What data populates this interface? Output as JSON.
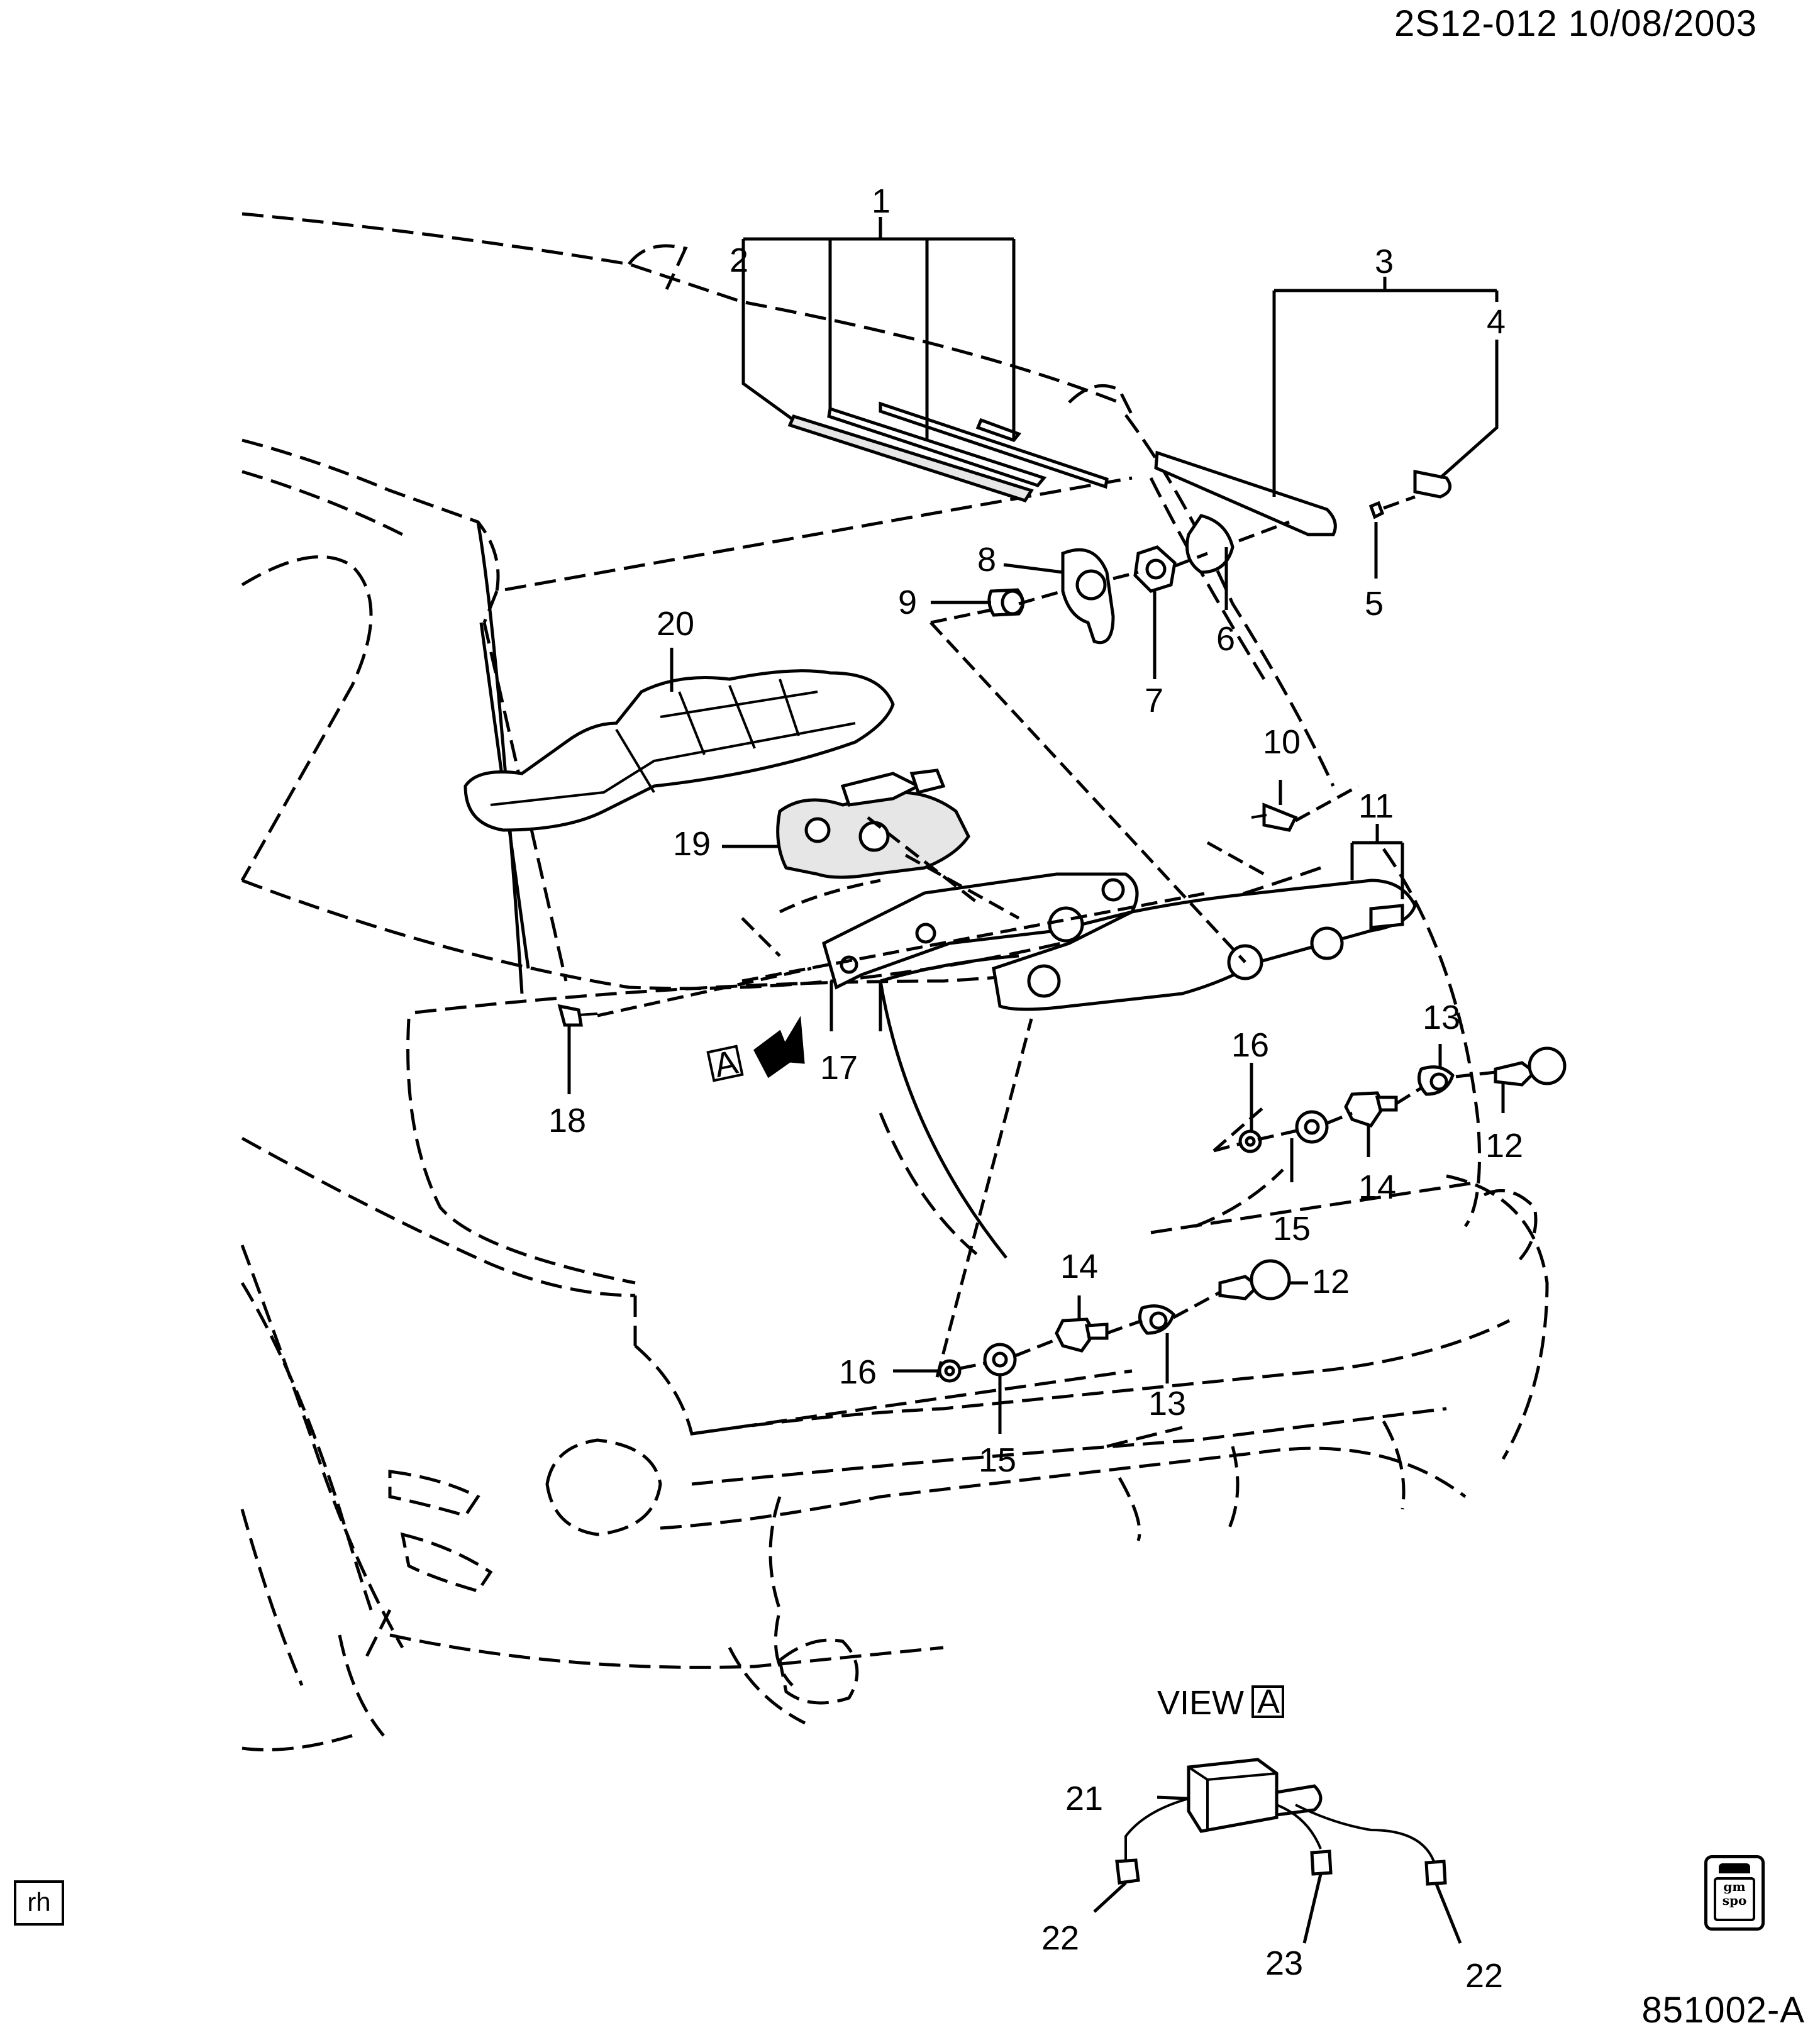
{
  "header": {
    "doc_id": "2S12-012  10/08/2003"
  },
  "footer": {
    "figure_id": "851002-A",
    "corner_tag": "rh",
    "logo_text": "gm\nspo"
  },
  "view": {
    "label": "VIEW",
    "tag": "A"
  },
  "arrow_tag": "A",
  "callouts": {
    "c1": "1",
    "c2": "2",
    "c3": "3",
    "c4": "4",
    "c5": "5",
    "c6": "6",
    "c7": "7",
    "c8": "8",
    "c9": "9",
    "c10": "10",
    "c11": "11",
    "c12a": "12",
    "c12b": "12",
    "c13a": "13",
    "c13b": "13",
    "c14a": "14",
    "c14b": "14",
    "c15a": "15",
    "c15b": "15",
    "c16a": "16",
    "c16b": "16",
    "c17": "17",
    "c18": "18",
    "c19": "19",
    "c20": "20",
    "c21": "21",
    "c22a": "22",
    "c22b": "22",
    "c23": "23"
  }
}
